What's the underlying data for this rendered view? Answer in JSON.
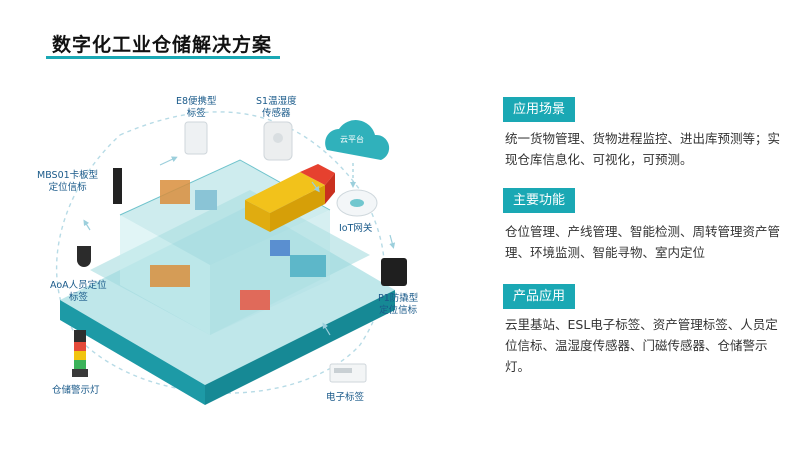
{
  "title": "数字化工业仓储解决方案",
  "labels": {
    "e8": "E8便携型\n标签",
    "s1": "S1温湿度\n传感器",
    "cloud": "云平台",
    "mbs01": "MBS01卡板型\n定位信标",
    "iot": "IoT网关",
    "aoa": "AoA人员定位\n标签",
    "p1": "P1防撬型\n定位信标",
    "warning": "仓储警示灯",
    "esl": "电子标签"
  },
  "sections": [
    {
      "heading": "应用场景",
      "body": "统一货物管理、货物进程监控、进出库预测等；实现仓库信息化、可视化，可预测。"
    },
    {
      "heading": "主要功能",
      "body": "仓位管理、产线管理、智能检测、周转管理资产管理、环境监测、智能寻物、室内定位"
    },
    {
      "heading": "产品应用",
      "body": "云里基站、ESL电子标签、资产管理标签、人员定位信标、温湿度传感器、门磁传感器、仓储警示灯。"
    }
  ],
  "colors": {
    "accent": "#1aa8b4",
    "truck": "#f2c21b",
    "floor": "#9fd9dd"
  }
}
